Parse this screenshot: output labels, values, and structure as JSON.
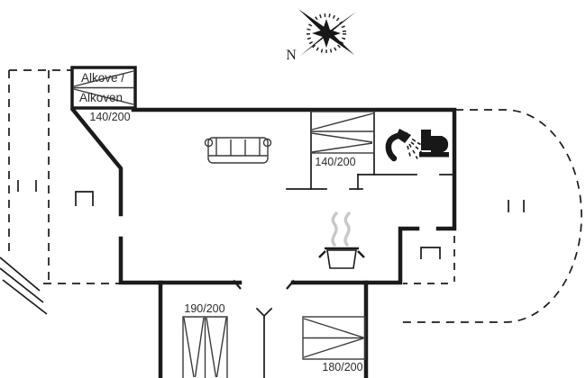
{
  "palette": {
    "background": "#ffffff",
    "line": "#1b1b1b",
    "steam_gray": "#c8c8c8",
    "text": "#2b2b2b"
  },
  "compass": {
    "north_label": "N"
  },
  "rooms": {
    "alkove": {
      "label_line1": "Alkove /",
      "label_line2": "Alkoven",
      "bed_size": "140/200"
    },
    "bedroom_ne": {
      "bed_size": "140/200"
    },
    "bedroom_sw": {
      "bed_size": "190/200"
    },
    "bedroom_se": {
      "bed_size": "180/200"
    }
  },
  "icons": {
    "compass_rose": "compass-rose",
    "sofa": "sofa",
    "cooking_pot": "cooking-pot",
    "steam": "steam",
    "shower": "shower-head",
    "toilet": "toilet",
    "step_left": "entrance-step",
    "step_entrance": "entrance-step",
    "slope_hatch": "slope-hatch"
  }
}
